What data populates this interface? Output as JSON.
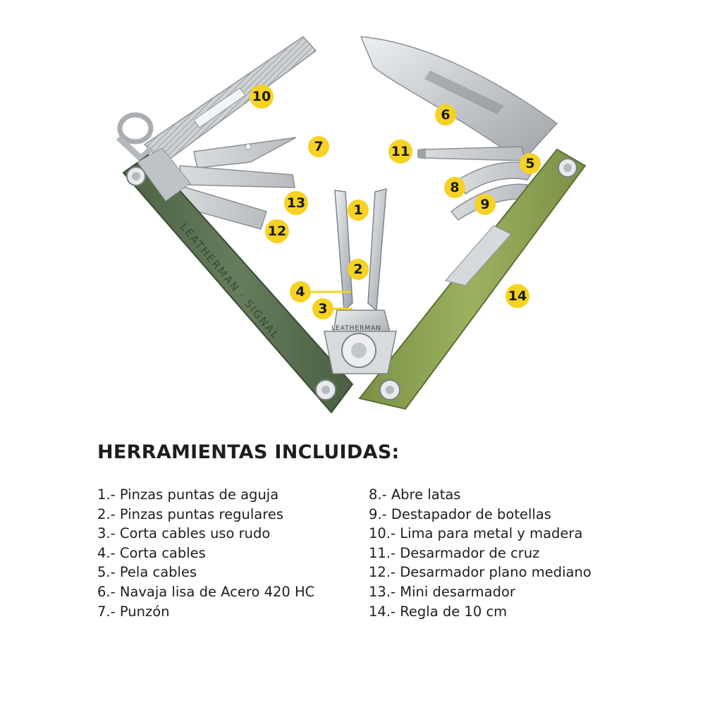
{
  "product": {
    "brand_left_handle": "LEATHERMAN · SIGNAL",
    "brand_hub": "LEATHERMAN"
  },
  "callouts": [
    "1",
    "2",
    "3",
    "4",
    "5",
    "6",
    "7",
    "8",
    "9",
    "10",
    "11",
    "12",
    "13",
    "14"
  ],
  "section": {
    "title": "HERRAMIENTAS INCLUIDAS:"
  },
  "tools_left": [
    "1.- Pinzas puntas de aguja",
    "2.- Pinzas puntas regulares",
    "3.- Corta cables uso rudo",
    "4.- Corta cables",
    "5.- Pela cables",
    "6.- Navaja lisa de Acero 420 HC",
    "7.- Punzón"
  ],
  "tools_right": [
    "8.- Abre latas",
    "9.- Destapador de botellas",
    "10.- Lima para metal y madera",
    "11.- Desarmador de cruz",
    "12.- Desarmador plano mediano",
    "13.- Mini desarmador",
    "14.- Regla de 10 cm"
  ],
  "colors": {
    "badge": "#f5d223",
    "handle_left": "#5b7252",
    "handle_right": "#8fa556",
    "steel": "#c9cdd1",
    "text": "#1e1e1e"
  }
}
